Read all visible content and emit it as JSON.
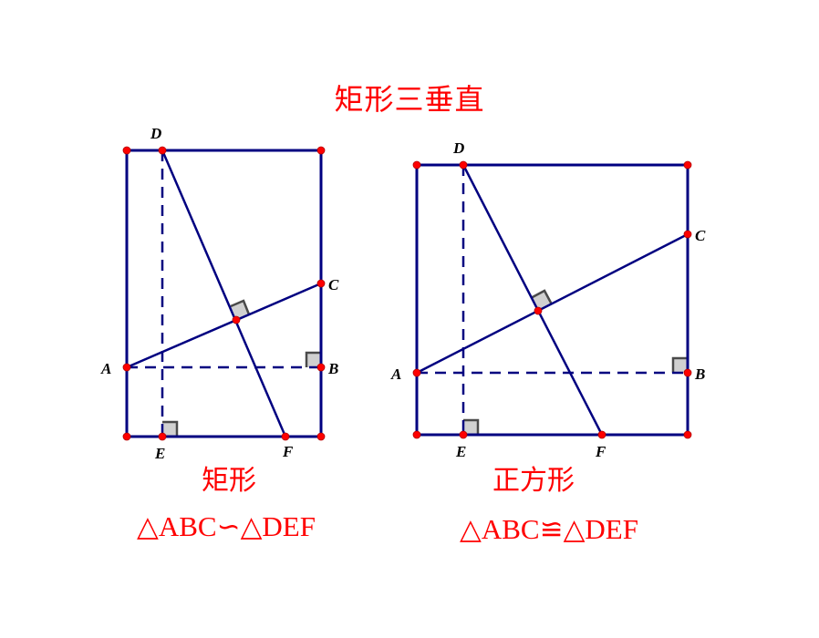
{
  "title": "矩形三垂直",
  "colors": {
    "line": "#000080",
    "point": "#ff0000",
    "text": "#ff0000",
    "right_angle_fill": "#d0d0d0",
    "right_angle_stroke": "#4a4a4a"
  },
  "figures": [
    {
      "caption": "矩形",
      "relation": "△ABC∽△DEF",
      "labels": {
        "A": "A",
        "B": "B",
        "C": "C",
        "D": "D",
        "E": "E",
        "F": "F"
      }
    },
    {
      "caption": "正方形",
      "relation": "△ABC≌△DEF",
      "labels": {
        "A": "A",
        "B": "B",
        "C": "C",
        "D": "D",
        "E": "E",
        "F": "F"
      }
    }
  ]
}
